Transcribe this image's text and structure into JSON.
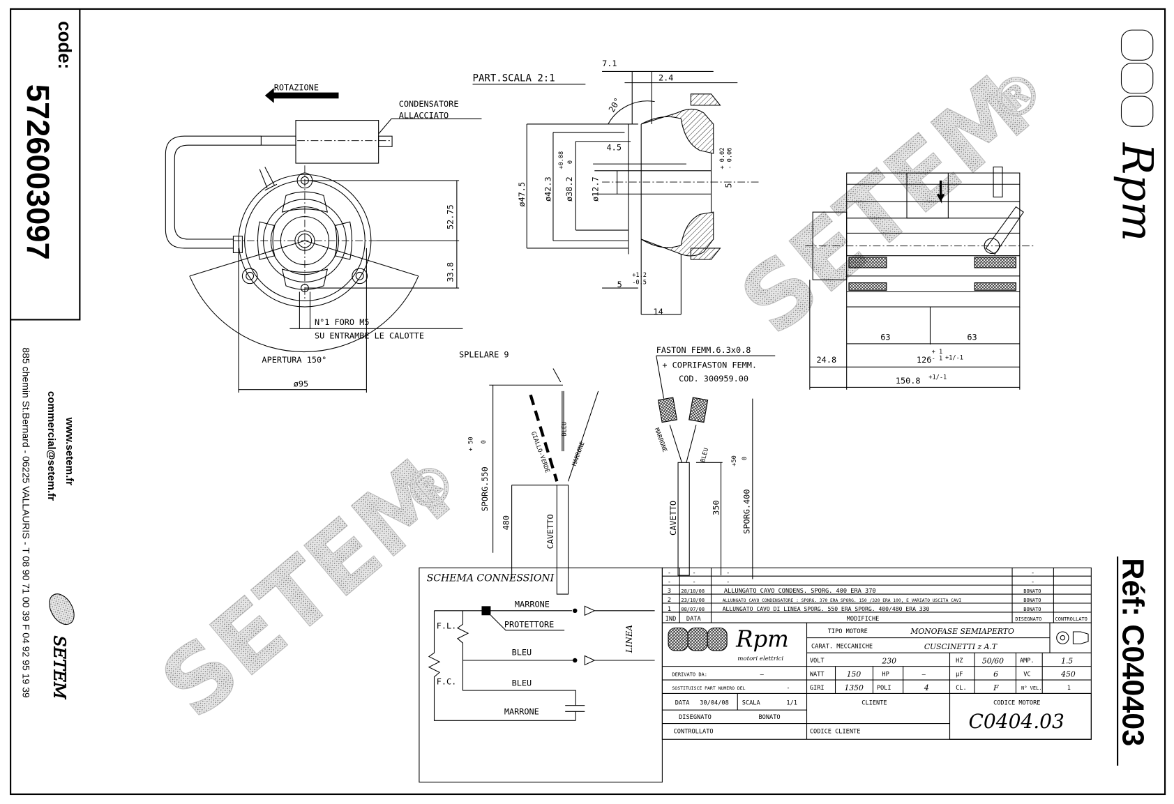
{
  "code_box": {
    "label": "code:",
    "value": "5726003097"
  },
  "company": {
    "website": "www.setem.fr",
    "email": "commercial@setem.fr",
    "address": "885 chemin St.Bernard  -  06225 VALLAURIS  -  T 08 90 71 00 39   F 04 92 95 19 39",
    "logo_text": "SETEM"
  },
  "brand": {
    "logo_text": "Rpm",
    "subtitle": "motori elettrici",
    "ref_label": "Réf:",
    "ref_value": "C040403"
  },
  "watermark": {
    "text": "SETEM",
    "mark": "®"
  },
  "front_view": {
    "rotation_label": "ROTAZIONE",
    "capacitor_label_1": "CONDENSATORE",
    "capacitor_label_2": "ALLACCIATO",
    "dim_upper": "52.75",
    "dim_lower": "33.8",
    "hole_note_1": "N°1 FORO M5",
    "hole_note_2": "SU ENTRAMBE LE CALOTTE",
    "opening_label": "APERTURA 150°",
    "diameter": "ø95"
  },
  "detail_view": {
    "title": "PART.SCALA 2:1",
    "dims": {
      "d1": "7.1",
      "d2": "2.4",
      "angle": "20°",
      "d3": "4.5",
      "dia1": "ø47.5",
      "dia2": "ø42.3",
      "dia3": "ø38.2",
      "tol3_plus": "+0.08",
      "tol3_zero": "0",
      "dia4": "ø12.7",
      "shaft": "5",
      "shaft_tol_plus": "+ 0.02",
      "shaft_tol_minus": "- 0.06",
      "d5": "5",
      "tol5_plus": "+1.2",
      "tol5_minus": "-0.5",
      "d6": "14"
    }
  },
  "side_view": {
    "dim_left": "63",
    "dim_right": "63",
    "dim_total": "126",
    "dim_total_tol": "+1/-1",
    "dim_offset": "24.8",
    "dim_overall": "150.8",
    "dim_overall_tol": "+1/-1",
    "tol_plus": "+ 1",
    "tol_minus": "- 1"
  },
  "cable_left": {
    "strip_label": "SPLELARE 9",
    "wires": [
      "GIALLO-VERDE",
      "BLEU",
      "MARRONE"
    ],
    "cable_label": "CAVETTO",
    "dim_outer": "SPORG.550",
    "dim_outer_tol_plus": "+ 50",
    "dim_outer_tol_zero": "0",
    "dim_inner": "480"
  },
  "cable_right": {
    "faston_1": "FASTON FEMM.6.3x0.8",
    "faston_2": "+ COPRIFASTON FEMM.",
    "faston_3": "COD. 300959.00",
    "wires": [
      "MARRONE",
      "BLEU"
    ],
    "cable_label": "CAVETTO",
    "dim_inner": "350",
    "dim_outer": "SPORG.400",
    "dim_outer_tol_plus": "+50",
    "dim_outer_tol_zero": "0"
  },
  "schema": {
    "title": "SCHEMA CONNESSIONI",
    "labels": {
      "marrone_top": "MARRONE",
      "protettore": "PROTETTORE",
      "bleu_mid": "BLEU",
      "bleu_low": "BLEU",
      "marrone_low": "MARRONE",
      "fl": "F.L.",
      "fc": "F.C.",
      "linea": "LINEA"
    }
  },
  "revisions": {
    "rows": [
      {
        "ind": "-",
        "data": "-",
        "modifiche": "-",
        "disegnato": "-",
        "controllato": ""
      },
      {
        "ind": "-",
        "data": "-",
        "modifiche": "-",
        "disegnato": "-",
        "controllato": ""
      },
      {
        "ind": "3",
        "data": "28/10/08",
        "modifiche": "ALLUNGATO CAVO CONDENS. SPORG. 400 ERA 370",
        "disegnato": "BONATO",
        "controllato": ""
      },
      {
        "ind": "2",
        "data": "23/10/08",
        "modifiche": "ALLUNGATO CAVO CONDENSATORE : SPORG. 370 ERA SPORG. 150 /320 ERA 100, E VARIATO USCITA CAVI",
        "disegnato": "BONATO",
        "controllato": ""
      },
      {
        "ind": "1",
        "data": "08/07/08",
        "modifiche": "ALLUNGATO CAVO DI LINEA SPORG. 550 ERA SPORG. 400/480 ERA 330",
        "disegnato": "BONATO",
        "controllato": ""
      }
    ],
    "headers": {
      "ind": "IND",
      "data": "DATA",
      "modifiche": "MODIFICHE",
      "disegnato": "DISEGNATO",
      "controllato": "CONTROLLATO"
    }
  },
  "title_block": {
    "tipo_motore_label": "TIPO MOTORE",
    "tipo_motore": "MONOFASE SEMIAPERTO",
    "carat_label": "CARAT. MECCANICHE",
    "carat": "CUSCINETTI z A.T",
    "volt_label": "VOLT",
    "volt": "230",
    "hz_label": "HZ",
    "hz": "50/60",
    "amp_label": "AMP.",
    "amp": "1.5",
    "watt_label": "WATT",
    "watt": "150",
    "hp_label": "HP",
    "hp": "—",
    "uf_label": "µF",
    "uf": "6",
    "vc_label": "VC",
    "vc": "450",
    "giri_label": "GIRI",
    "giri": "1350",
    "poli_label": "POLI",
    "poli": "4",
    "cl_label": "CL.",
    "cl": "F",
    "nvel_label": "N° VEL.",
    "nvel": "1",
    "derivato_label": "DERIVATO DA:",
    "derivato": "—",
    "sostituisce_label": "SOSTITUISCE PART NUMERO DEL",
    "sostituisce": "-",
    "data_label": "DATA",
    "data": "30/04/08",
    "scala_label": "SCALA",
    "scala": "1/1",
    "disegnato_label": "DISEGNATO",
    "disegnato": "BONATO",
    "controllato_label": "CONTROLLATO",
    "cliente_label": "CLIENTE",
    "codice_cliente_label": "CODICE CLIENTE",
    "codice_motore_label": "CODICE MOTORE",
    "codice_motore": "C0404.03"
  }
}
